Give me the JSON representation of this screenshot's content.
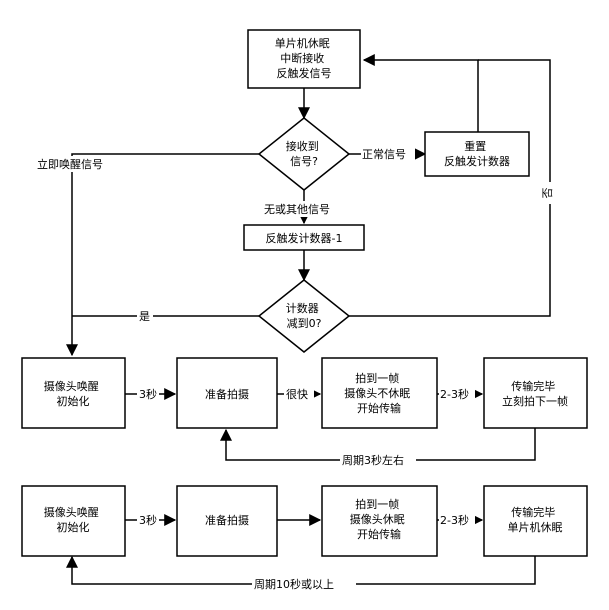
{
  "nodes": {
    "sleep_interrupt": [
      "单片机休眠",
      "中断接收",
      "反触发信号"
    ],
    "received_decision": [
      "接收到",
      "信号?"
    ],
    "reset_counter": [
      "重置",
      "反触发计数器"
    ],
    "counter_decrement": [
      "反触发计数器-1"
    ],
    "counter_zero_decision": [
      "计数器",
      "减到0?"
    ],
    "row1_camera_wake": [
      "摄像头唤醒",
      "初始化"
    ],
    "row1_prepare": [
      "准备拍摄"
    ],
    "row1_capture": [
      "拍到一帧",
      "摄像头不休眠",
      "开始传输"
    ],
    "row1_transfer": [
      "传输完毕",
      "立刻拍下一帧"
    ],
    "row2_camera_wake": [
      "摄像头唤醒",
      "初始化"
    ],
    "row2_prepare": [
      "准备拍摄"
    ],
    "row2_capture": [
      "拍到一帧",
      "摄像头休眠",
      "开始传输"
    ],
    "row2_transfer": [
      "传输完毕",
      "单片机休眠"
    ]
  },
  "edge_labels": {
    "immediate_wake": "立即唤醒信号",
    "normal_signal": "正常信号",
    "none_or_other": "无或其他信号",
    "yes": "是",
    "no": "否",
    "row1_3s": "3秒",
    "row1_fast": "很快",
    "row1_2_3s": "2-3秒",
    "row1_period": "周期3秒左右",
    "row2_3s": "3秒",
    "row2_2_3s": "2-3秒",
    "row2_period": "周期10秒或以上"
  }
}
